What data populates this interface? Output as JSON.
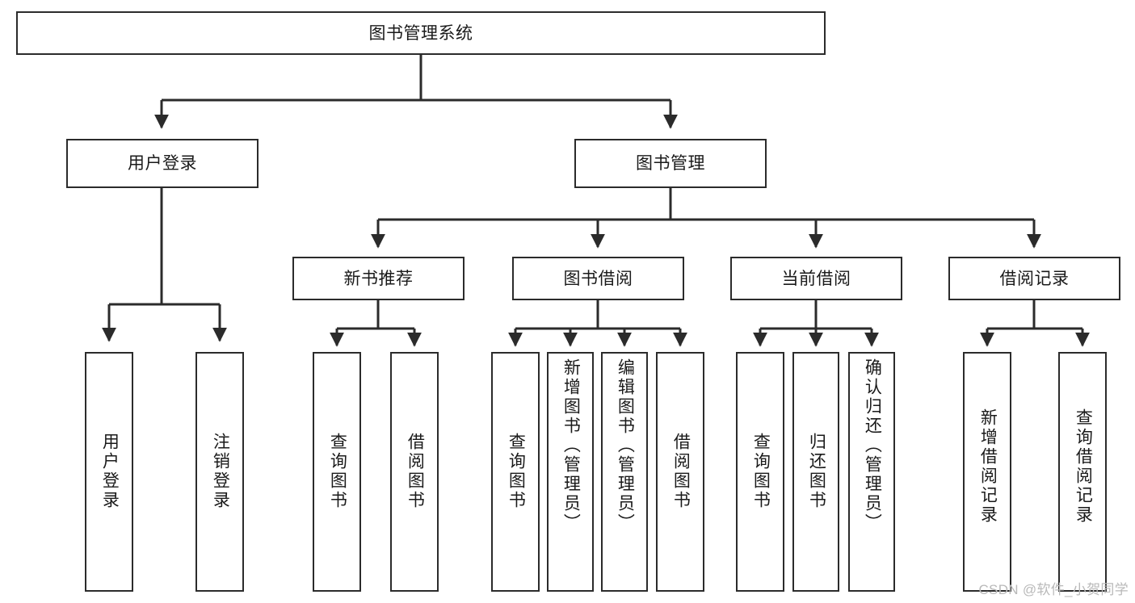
{
  "diagram": {
    "title": "图书管理系统",
    "watermark": "CSDN @软件_小贺同学",
    "colors": {
      "stroke": "#2b2b2b",
      "fill": "#ffffff",
      "text": "#1a1a1a",
      "watermark": "#b9b9b9"
    },
    "nodes": {
      "root": {
        "label": "图书管理系统"
      },
      "level1": [
        {
          "label": "用户登录"
        },
        {
          "label": "图书管理"
        }
      ],
      "level2": [
        {
          "label": "新书推荐"
        },
        {
          "label": "图书借阅"
        },
        {
          "label": "当前借阅"
        },
        {
          "label": "借阅记录"
        }
      ],
      "leaves": {
        "user_login": [
          {
            "label": "用户登录"
          },
          {
            "label": "注销登录"
          }
        ],
        "new_book": [
          {
            "label": "查询图书"
          },
          {
            "label": "借阅图书"
          }
        ],
        "book_borrow": [
          {
            "label": "查询图书"
          },
          {
            "label": "新增图书（管理员）"
          },
          {
            "label": "编辑图书（管理员）"
          },
          {
            "label": "借阅图书"
          }
        ],
        "current_borrow": [
          {
            "label": "查询图书"
          },
          {
            "label": "归还图书"
          },
          {
            "label": "确认归还（管理员）"
          }
        ],
        "borrow_record": [
          {
            "label": "新增借阅记录"
          },
          {
            "label": "查询借阅记录"
          }
        ]
      }
    }
  }
}
